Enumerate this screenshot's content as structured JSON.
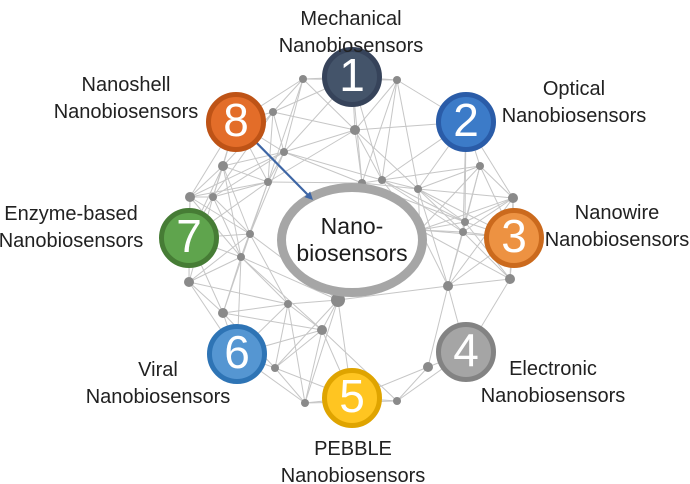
{
  "center": {
    "line1": "Nano-",
    "line2": "biosensors"
  },
  "nodes": [
    {
      "number": "1",
      "label_lines": [
        "Mechanical",
        "Nanobiosensors"
      ],
      "fill": "#44546A",
      "ring": "#36435A"
    },
    {
      "number": "2",
      "label_lines": [
        "Optical",
        "Nanobiosensors"
      ],
      "fill": "#3C7BC8",
      "ring": "#2A5CA8"
    },
    {
      "number": "3",
      "label_lines": [
        "Nanowire",
        "Nanobiosensors"
      ],
      "fill": "#ED9242",
      "ring": "#CB6A1D"
    },
    {
      "number": "4",
      "label_lines": [
        "Electronic",
        "Nanobiosensors"
      ],
      "fill": "#A5A5A5",
      "ring": "#838383"
    },
    {
      "number": "5",
      "label_lines": [
        "PEBBLE",
        "Nanobiosensors"
      ],
      "fill": "#FFC521",
      "ring": "#DFA400"
    },
    {
      "number": "6",
      "label_lines": [
        "Viral",
        "Nanobiosensors"
      ],
      "fill": "#5596D2",
      "ring": "#2E74B5"
    },
    {
      "number": "7",
      "label_lines": [
        "Enzyme-based",
        "Nanobiosensors"
      ],
      "fill": "#5FA44D",
      "ring": "#467C35"
    },
    {
      "number": "8",
      "label_lines": [
        "Nanoshell",
        "Nanobiosensors"
      ],
      "fill": "#E36D29",
      "ring": "#BE5316"
    }
  ],
  "colors": {
    "mesh_dot": "#8A8A8A",
    "mesh_line": "#C6C6C6",
    "arrow": "#3E66A5",
    "center_ring": "#A6A6A6",
    "label_text": "#212121",
    "number_text": "#FFFFFF"
  }
}
